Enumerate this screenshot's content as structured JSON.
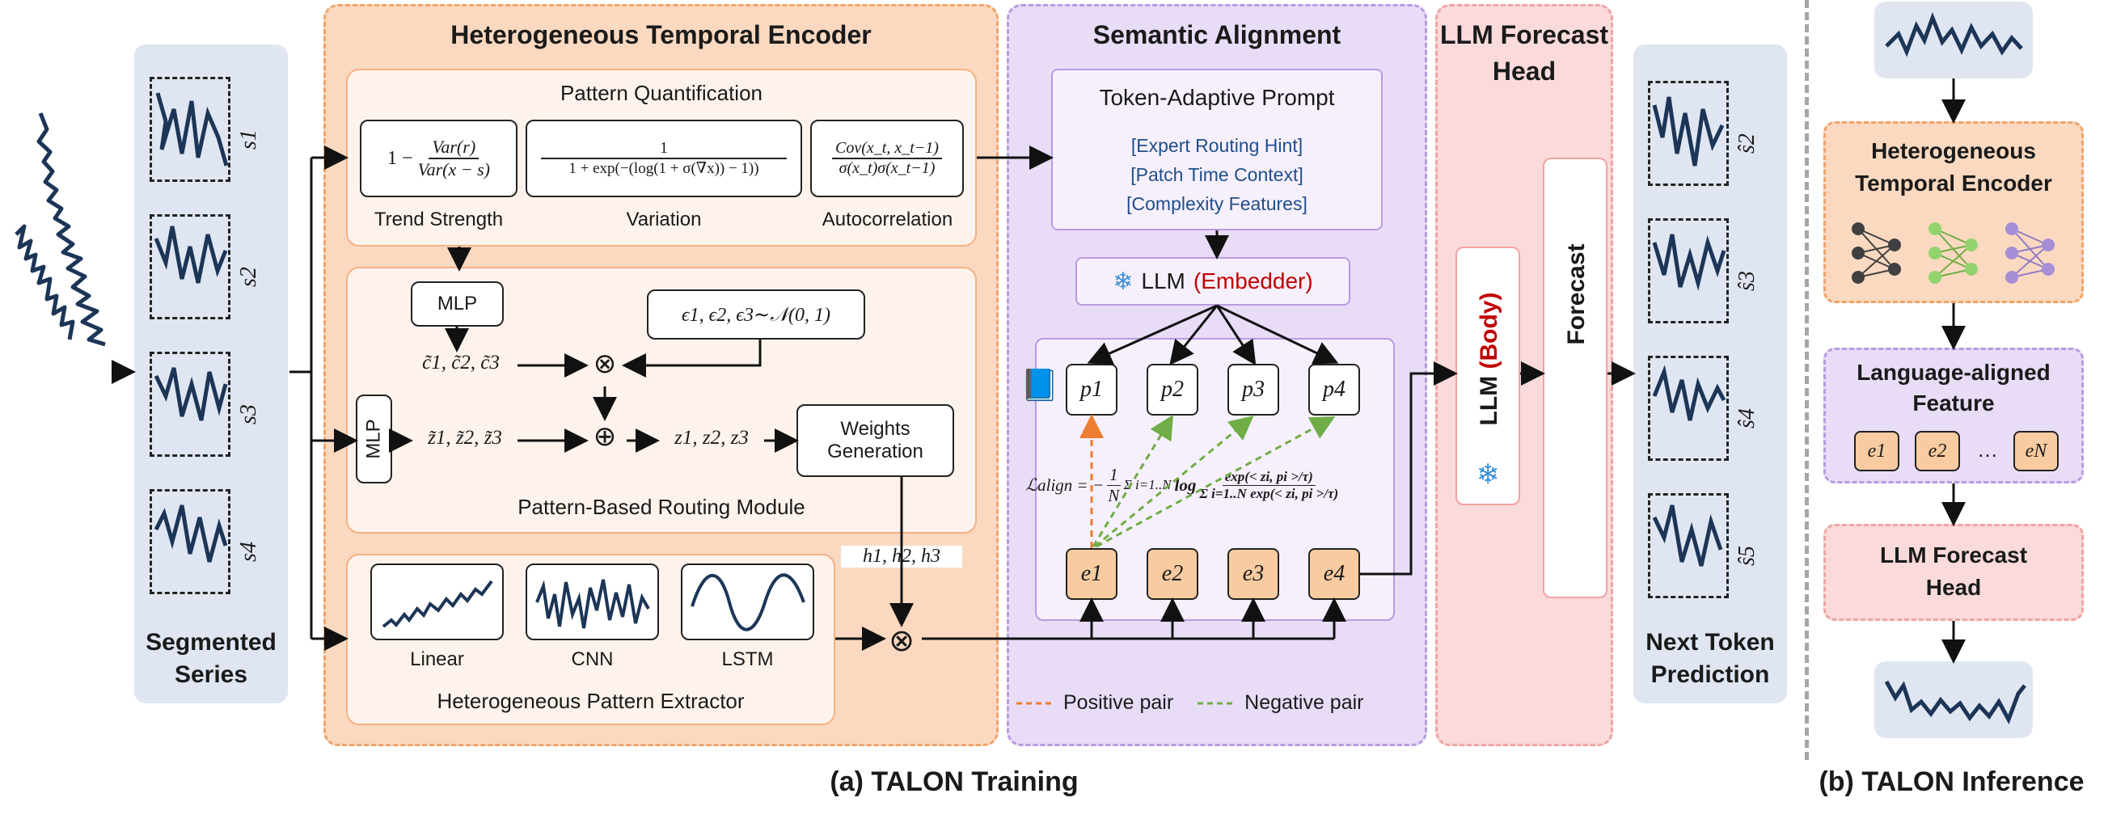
{
  "segmented": {
    "title_line1": "Segmented",
    "title_line2": "Series",
    "labels": [
      "s1",
      "s2",
      "s3",
      "s4"
    ]
  },
  "encoder": {
    "title": "Heterogeneous Temporal Encoder",
    "pattern_quant": {
      "title": "Pattern Quantification",
      "trend_formula_lead": "1 −",
      "trend_num": "Var(r)",
      "trend_den": "Var(x − s)",
      "variation_num": "1",
      "variation_den": "1 + exp(−(log(1 + σ(∇x)) − 1))",
      "autocorr_num": "Cov(x_t, x_t−1)",
      "autocorr_den": "σ(x_t)σ(x_t−1)",
      "labels": [
        "Trend Strength",
        "Variation",
        "Autocorrelation"
      ]
    },
    "routing": {
      "title": "Pattern-Based Routing Module",
      "mlp_top": "MLP",
      "mlp_left": "MLP",
      "noise": "ϵ1, ϵ2, ϵ3∼𝒩(0, 1)",
      "c_tilde": "c̃1, c̃2, c̃3",
      "z_tilde": "z̃1, z̃2, z̃3",
      "z": "z1, z2, z3",
      "otimes": "⊗",
      "oplus": "⊕",
      "weights_line1": "Weights",
      "weights_line2": "Generation",
      "h": "h1, h2, h3"
    },
    "extractor": {
      "title": "Heterogeneous Pattern Extractor",
      "experts": [
        "Linear",
        "CNN",
        "LSTM"
      ],
      "otimes": "⊗"
    }
  },
  "semantic": {
    "title": "Semantic Alignment",
    "prompt_title": "Token-Adaptive Prompt",
    "prompt_lines": [
      "[Expert Routing Hint]",
      "[Patch Time Context]",
      "[Complexity Features]"
    ],
    "llm_label": "LLM",
    "llm_role": "(Embedder)",
    "p_tokens": [
      "p1",
      "p2",
      "p3",
      "p4"
    ],
    "e_tokens": [
      "e1",
      "e2",
      "e3",
      "e4"
    ],
    "loss_lhs": "ℒalign = −",
    "loss_frac_num": "1",
    "loss_frac_den": "N",
    "loss_sum": "Σ i=1..N",
    "loss_log": "log",
    "loss_num": "exp(< zi, pi >/τ)",
    "loss_den": "Σ i=1..N exp(< zi, pi >/τ)",
    "legend_positive": "Positive pair",
    "legend_negative": "Negative pair"
  },
  "head": {
    "title_line1": "LLM Forecast",
    "title_line2": "Head",
    "llm_label": "LLM",
    "llm_body": "(Body)",
    "forecast": "Forecast"
  },
  "next_token": {
    "title_line1": "Next Token",
    "title_line2": "Prediction",
    "labels": [
      "ŝ2",
      "ŝ3",
      "ŝ4",
      "ŝ5"
    ]
  },
  "inference": {
    "encoder_line1": "Heterogeneous",
    "encoder_line2": "Temporal Encoder",
    "feature_line1": "Language-aligned",
    "feature_line2": "Feature",
    "feature_tokens": [
      "e1",
      "e2",
      "…",
      "eN"
    ],
    "head_line1": "LLM Forecast",
    "head_line2": "Head"
  },
  "captions": {
    "training": "(a) TALON Training",
    "inference": "(b) TALON Inference"
  },
  "colors": {
    "orange_panel": "#fbd9c0",
    "purple_panel": "#e9dcf7",
    "red_panel": "#fadada",
    "blue_panel": "#dfe6f2",
    "series_line": "#1c3557",
    "positive_pair": "#ed7d31",
    "negative_pair": "#70ad47",
    "llm_role_red": "#c00000"
  }
}
